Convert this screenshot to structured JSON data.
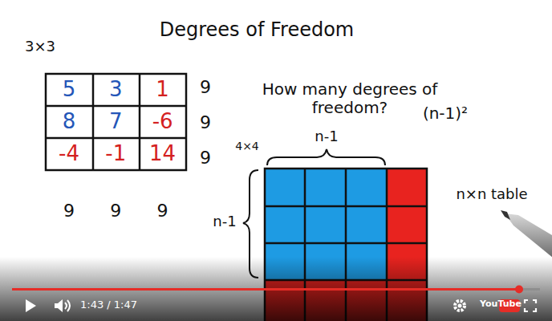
{
  "diagram": {
    "title": "Degrees of Freedom",
    "labels": [
      "3×3",
      "5",
      "3",
      "1",
      "8",
      "7",
      "-6",
      "-4",
      "-1",
      "14",
      "9",
      "9",
      "9",
      "9",
      "9",
      "9",
      "How many degrees of freedom?",
      "(n-1)²",
      "4×4",
      "n-1",
      "n-1",
      "n×n table",
      "1:43 / 1:47",
      "YouTube"
    ]
  }
}
